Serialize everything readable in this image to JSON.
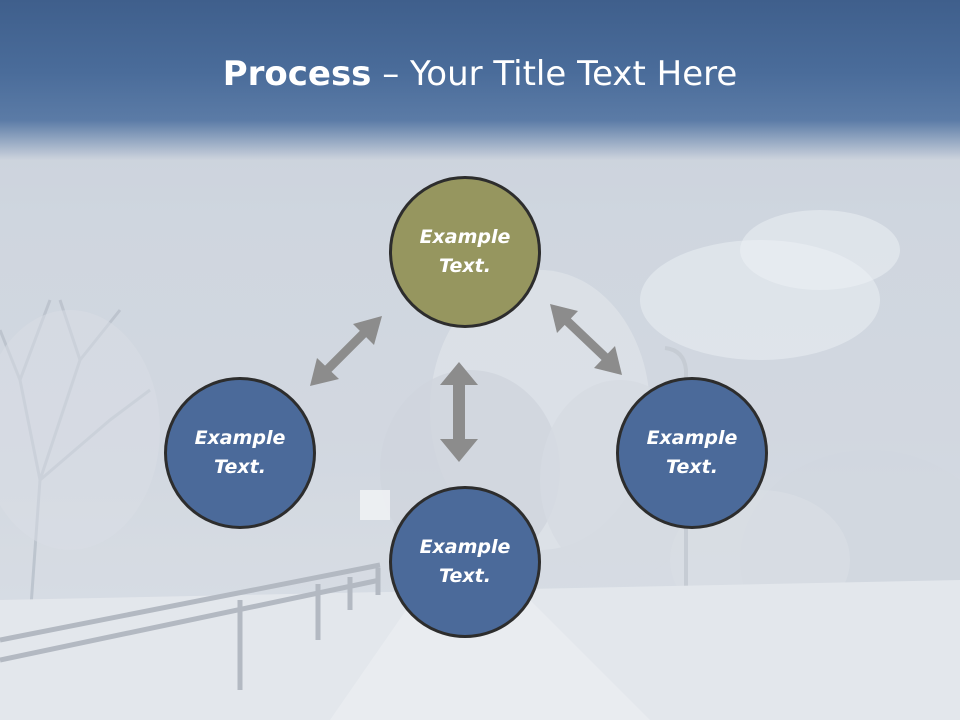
{
  "title": {
    "bold": "Process",
    "rest": " – Your Title Text Here"
  },
  "nodes": {
    "top": "Example\nText.",
    "left": "Example\nText.",
    "right": "Example\nText.",
    "bottom": "Example\nText."
  },
  "colors": {
    "header": "#4a6c9a",
    "node_blue": "#4b6a9a",
    "node_olive": "#96965f",
    "arrow": "#8c8c8c"
  }
}
